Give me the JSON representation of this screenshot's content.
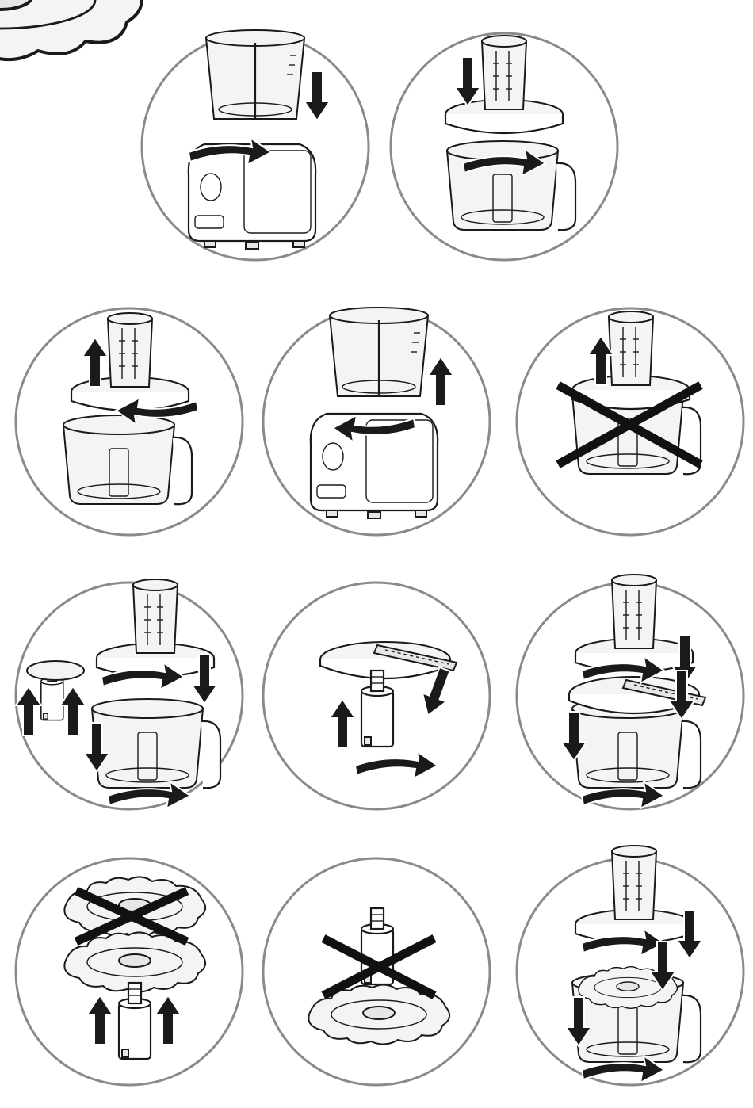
{
  "figure": {
    "steps": [
      {
        "id": 1,
        "kind": "allowed"
      },
      {
        "id": 2,
        "kind": "allowed"
      },
      {
        "id": 3,
        "kind": "allowed"
      },
      {
        "id": 4,
        "kind": "allowed"
      },
      {
        "id": 5,
        "kind": "prohibited"
      },
      {
        "id": 6,
        "kind": "allowed"
      },
      {
        "id": 7,
        "kind": "allowed"
      },
      {
        "id": 8,
        "kind": "allowed"
      },
      {
        "id": 9,
        "kind": "prohibited"
      },
      {
        "id": 10,
        "kind": "prohibited"
      },
      {
        "id": 11,
        "kind": "allowed"
      }
    ],
    "colors": {
      "line": "#1a1a1a",
      "ring": "#8a8a8a",
      "glass": "#f4f4f4"
    }
  }
}
